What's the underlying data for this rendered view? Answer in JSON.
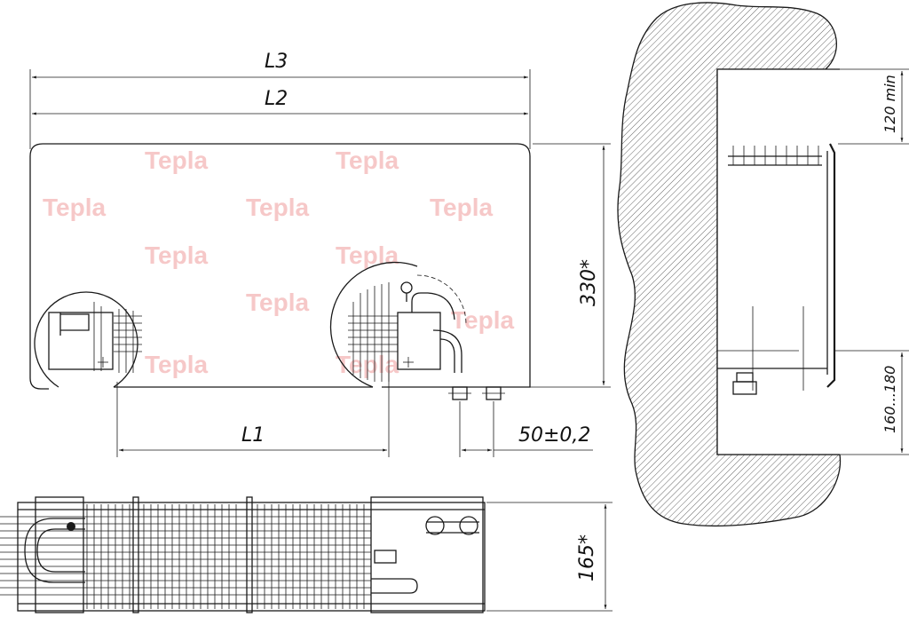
{
  "watermark": {
    "text": "Tepla",
    "color": "#f6c8c8"
  },
  "dimensions": {
    "l3": "L3",
    "l2": "L2",
    "l1": "L1",
    "height_330": "330*",
    "pitch_50": "50±0,2",
    "depth_165": "165*",
    "wall_gap_120": "120 min",
    "floor_gap_160_180": "160...180"
  },
  "colors": {
    "line": "#1a1a1a",
    "wall_hatch": "#555555",
    "watermark": "#f6c8c8"
  }
}
